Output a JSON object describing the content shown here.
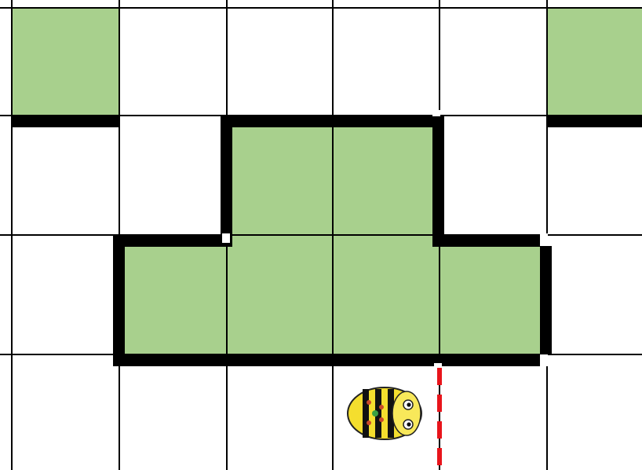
{
  "board": {
    "rows": 4,
    "columns": 6,
    "green_cells": [
      [
        0,
        0
      ],
      [
        0,
        5
      ],
      [
        1,
        2
      ],
      [
        1,
        3
      ],
      [
        2,
        1
      ],
      [
        2,
        2
      ],
      [
        2,
        3
      ],
      [
        2,
        4
      ]
    ],
    "colors": {
      "background": "#ffffff",
      "grid_line": "#000000",
      "cell_fill": "#a8d08d",
      "wall": "#000000",
      "path_marker": "#e8141b"
    }
  },
  "robot": {
    "name": "bee-bot",
    "icon": "bee-bot-icon",
    "cell": [
      3,
      3
    ],
    "facing": "right",
    "body_color": "#f4de2e",
    "stripe_color": "#111111"
  },
  "path_marker": {
    "style": "dashed",
    "orientation": "vertical"
  }
}
